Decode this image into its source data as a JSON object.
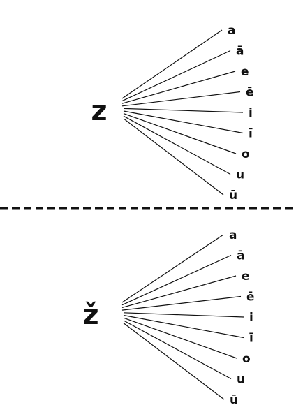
{
  "groups": [
    {
      "consonant": "z",
      "vowels": [
        "a",
        "ā",
        "e",
        "ē",
        "i",
        "ī",
        "o",
        "u",
        "ū"
      ]
    },
    {
      "consonant": "ž",
      "vowels": [
        "a",
        "ā",
        "e",
        "ē",
        "i",
        "ī",
        "o",
        "u",
        "ū"
      ]
    }
  ],
  "divider": {
    "style": "dashed"
  },
  "colors": {
    "ink": "#111111",
    "background": "#ffffff"
  }
}
